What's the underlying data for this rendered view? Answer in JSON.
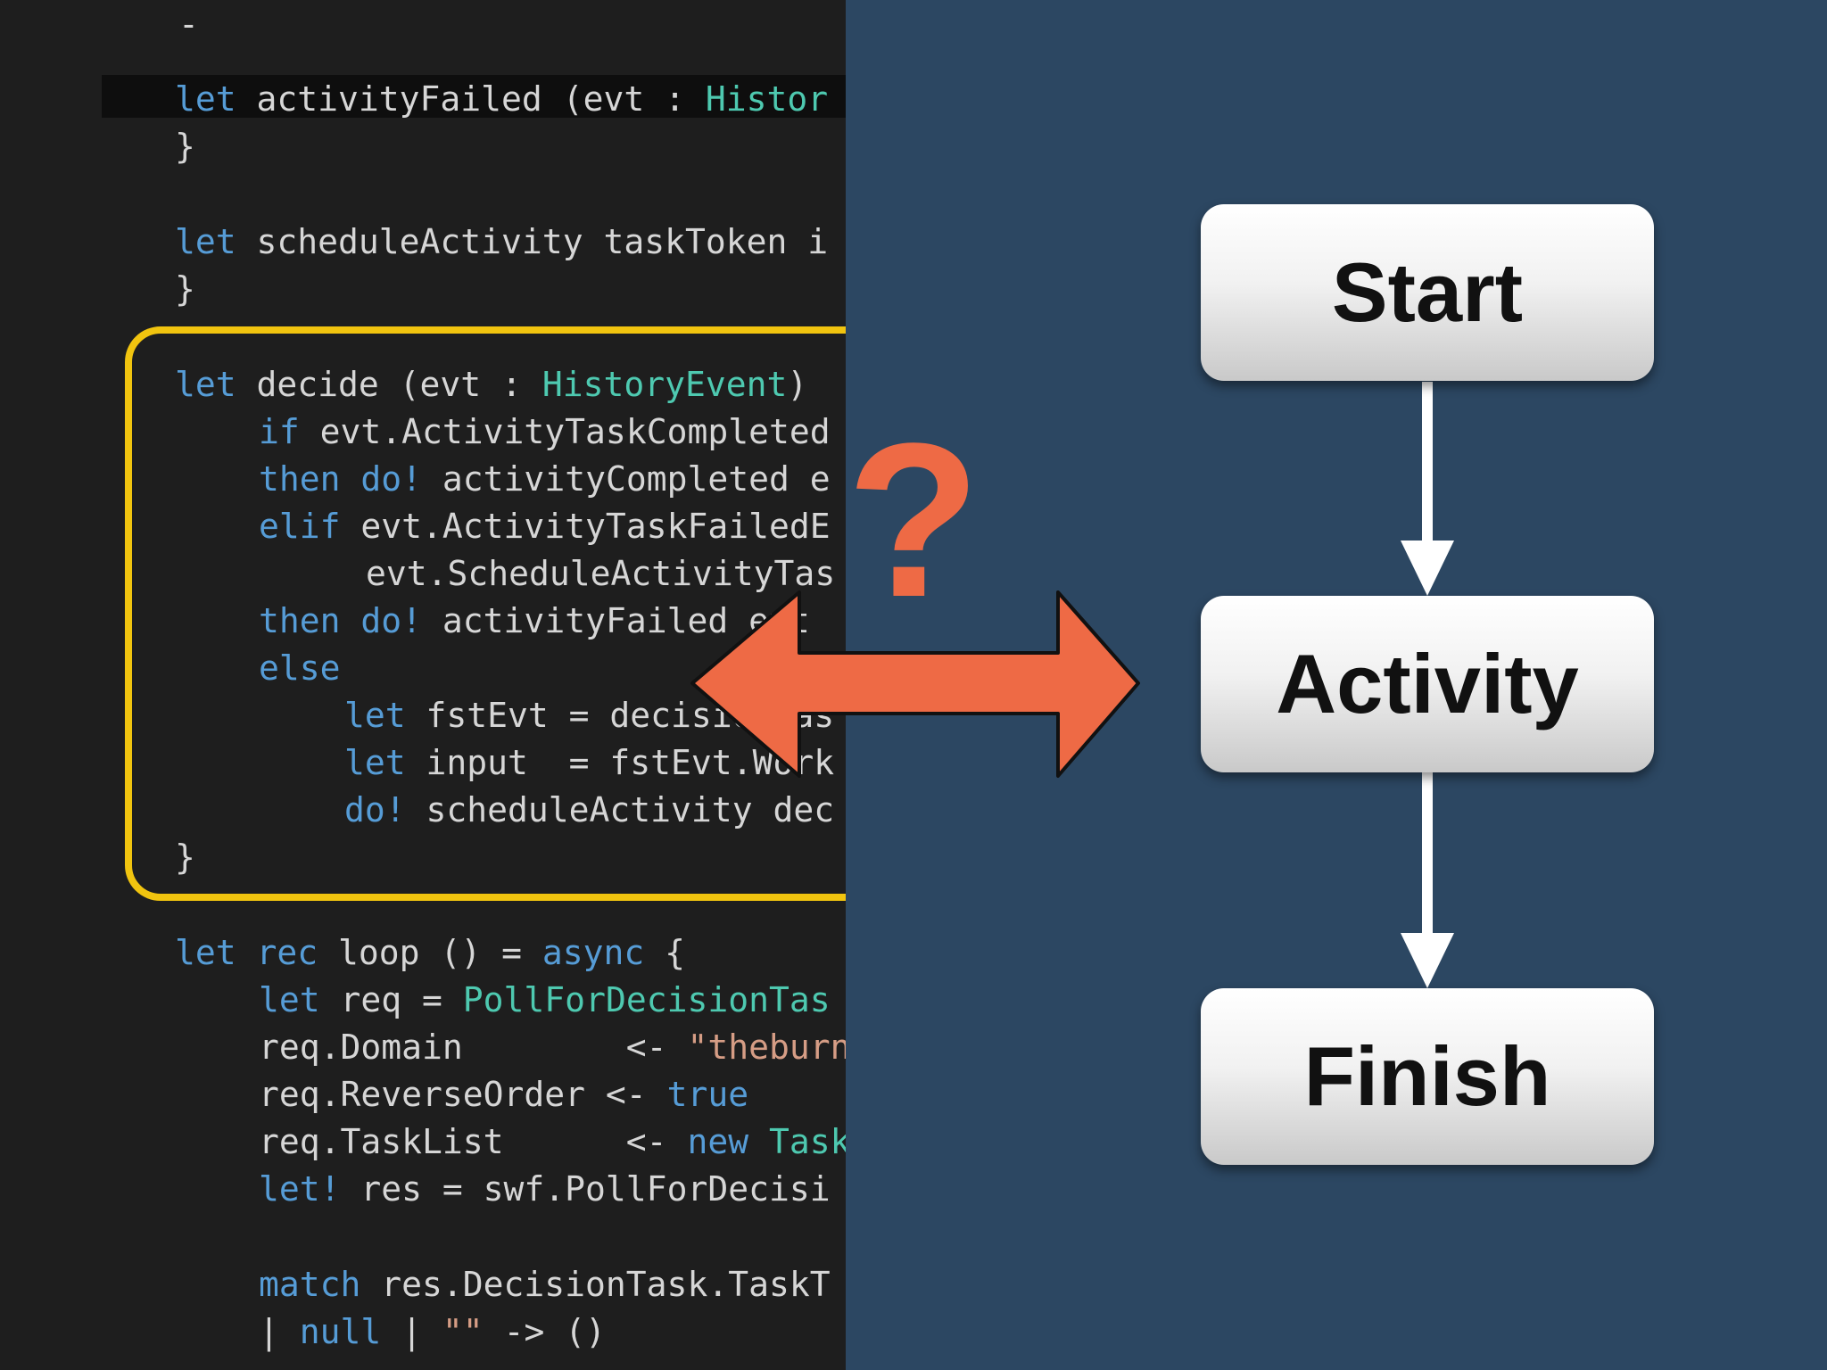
{
  "colors": {
    "editor_background": "#1e1e1e",
    "diagram_background": "#2c4762",
    "keyword": "#569cd6",
    "type": "#4ec9b0",
    "string": "#d69d85",
    "plain_text": "#d6d6d6",
    "highlight_frame": "#f1c40f",
    "arrow": "#ee6a45"
  },
  "code_editor": {
    "lines": [
      {
        "tokens": [
          {
            "t": "-",
            "c": "tx"
          }
        ]
      },
      {
        "tokens": [
          {
            "t": "let",
            "c": "kw"
          },
          {
            "t": " activityFailed (evt : ",
            "c": "tx"
          },
          {
            "t": "Histor",
            "c": "ty"
          }
        ]
      },
      {
        "tokens": [
          {
            "t": "}",
            "c": "tx"
          }
        ]
      },
      {
        "tokens": [
          {
            "t": "let",
            "c": "kw"
          },
          {
            "t": " scheduleActivity taskToken i",
            "c": "tx"
          }
        ]
      },
      {
        "tokens": [
          {
            "t": "}",
            "c": "tx"
          }
        ]
      },
      {
        "tokens": [
          {
            "t": "let",
            "c": "kw"
          },
          {
            "t": " decide (evt : ",
            "c": "tx"
          },
          {
            "t": "HistoryEvent",
            "c": "ty"
          },
          {
            "t": ")",
            "c": "tx"
          }
        ]
      },
      {
        "tokens": [
          {
            "t": "if",
            "c": "kw"
          },
          {
            "t": " evt.ActivityTaskCompleted",
            "c": "tx"
          }
        ]
      },
      {
        "tokens": [
          {
            "t": "then",
            "c": "kw"
          },
          {
            "t": " ",
            "c": "tx"
          },
          {
            "t": "do!",
            "c": "kw"
          },
          {
            "t": " activityCompleted e",
            "c": "tx"
          }
        ]
      },
      {
        "tokens": [
          {
            "t": "elif",
            "c": "kw"
          },
          {
            "t": " evt.ActivityTaskFailedE",
            "c": "tx"
          }
        ]
      },
      {
        "tokens": [
          {
            "t": "evt.ScheduleActivityTas",
            "c": "tx"
          }
        ]
      },
      {
        "tokens": [
          {
            "t": "then",
            "c": "kw"
          },
          {
            "t": " ",
            "c": "tx"
          },
          {
            "t": "do!",
            "c": "kw"
          },
          {
            "t": " activityFailed evt",
            "c": "tx"
          }
        ]
      },
      {
        "tokens": [
          {
            "t": "else",
            "c": "kw"
          }
        ]
      },
      {
        "tokens": [
          {
            "t": "let",
            "c": "kw"
          },
          {
            "t": " fstEvt = decisionTas",
            "c": "tx"
          }
        ]
      },
      {
        "tokens": [
          {
            "t": "let",
            "c": "kw"
          },
          {
            "t": " input  = fstEvt.Work",
            "c": "tx"
          }
        ]
      },
      {
        "tokens": [
          {
            "t": "do!",
            "c": "kw"
          },
          {
            "t": " scheduleActivity dec",
            "c": "tx"
          }
        ]
      },
      {
        "tokens": [
          {
            "t": "}",
            "c": "tx"
          }
        ]
      },
      {
        "tokens": [
          {
            "t": "let",
            "c": "kw"
          },
          {
            "t": " ",
            "c": "tx"
          },
          {
            "t": "rec",
            "c": "kw"
          },
          {
            "t": " loop () = ",
            "c": "tx"
          },
          {
            "t": "async",
            "c": "kw"
          },
          {
            "t": " {",
            "c": "tx"
          }
        ]
      },
      {
        "tokens": [
          {
            "t": "let",
            "c": "kw"
          },
          {
            "t": " req = ",
            "c": "tx"
          },
          {
            "t": "PollForDecisionTas",
            "c": "ty"
          }
        ]
      },
      {
        "tokens": [
          {
            "t": "req.Domain        <- ",
            "c": "tx"
          },
          {
            "t": "\"theburn",
            "c": "st"
          }
        ]
      },
      {
        "tokens": [
          {
            "t": "req.ReverseOrder <- ",
            "c": "tx"
          },
          {
            "t": "true",
            "c": "kw"
          }
        ]
      },
      {
        "tokens": [
          {
            "t": "req.TaskList      <- ",
            "c": "tx"
          },
          {
            "t": "new",
            "c": "kw"
          },
          {
            "t": " ",
            "c": "tx"
          },
          {
            "t": "Task",
            "c": "ty"
          }
        ]
      },
      {
        "tokens": [
          {
            "t": "let!",
            "c": "kw"
          },
          {
            "t": " res = swf.PollForDecisi",
            "c": "tx"
          }
        ]
      },
      {
        "tokens": [
          {
            "t": "match",
            "c": "kw"
          },
          {
            "t": " res.DecisionTask.TaskT",
            "c": "tx"
          }
        ]
      },
      {
        "tokens": [
          {
            "t": "| ",
            "c": "tx"
          },
          {
            "t": "null",
            "c": "kw"
          },
          {
            "t": " | ",
            "c": "tx"
          },
          {
            "t": "\"\"",
            "c": "st"
          },
          {
            "t": " -> ()",
            "c": "tx"
          }
        ]
      }
    ]
  },
  "question_mark": "?",
  "workflow": {
    "steps": [
      {
        "label": "Start"
      },
      {
        "label": "Activity"
      },
      {
        "label": "Finish"
      }
    ]
  },
  "icons": {
    "arrow": "double-headed-arrow",
    "question": "question-mark"
  }
}
